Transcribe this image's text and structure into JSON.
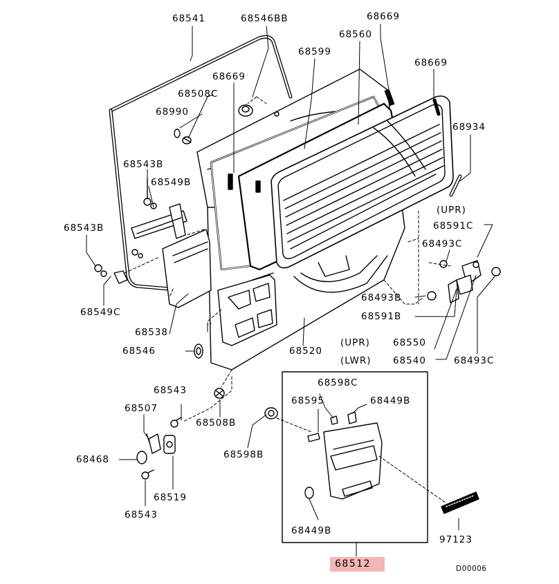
{
  "labels": {
    "l68541": "68541",
    "l68546BB": "68546BB",
    "l68669_top": "68669",
    "l68560": "68560",
    "l68599": "68599",
    "l68669_right": "68669",
    "l68669_mid": "68669",
    "l68508C": "68508C",
    "l68990": "68990",
    "l68934": "68934",
    "l68543B_top": "68543B",
    "l68549B": "68549B",
    "l68543B_left": "68543B",
    "upr_right": "(UPR)",
    "l68591C": "68591C",
    "l68493C_top": "68493C",
    "l68549C": "68549C",
    "l68493B": "68493B",
    "l68538": "68538",
    "l68591B": "68591B",
    "l68546": "68546",
    "l68520": "68520",
    "upr_bottom": "(UPR)",
    "l68550": "68550",
    "lwr": "(LWR)",
    "l68540": "68540",
    "l68493C_bottom": "68493C",
    "l68543_top": "68543",
    "l68598C": "68598C",
    "l68507": "68507",
    "l68595": "68595",
    "l68449B_top": "68449B",
    "l68508B": "68508B",
    "l68468": "68468",
    "l68598B": "68598B",
    "l68519": "68519",
    "l68543_bottom": "68543",
    "l68449B_bottom": "68449B",
    "l97123": "97123"
  },
  "highlight_part": "68512",
  "diagram_code": "D00006",
  "highlight_color": "#f4b6b6",
  "line_color": "#000000"
}
